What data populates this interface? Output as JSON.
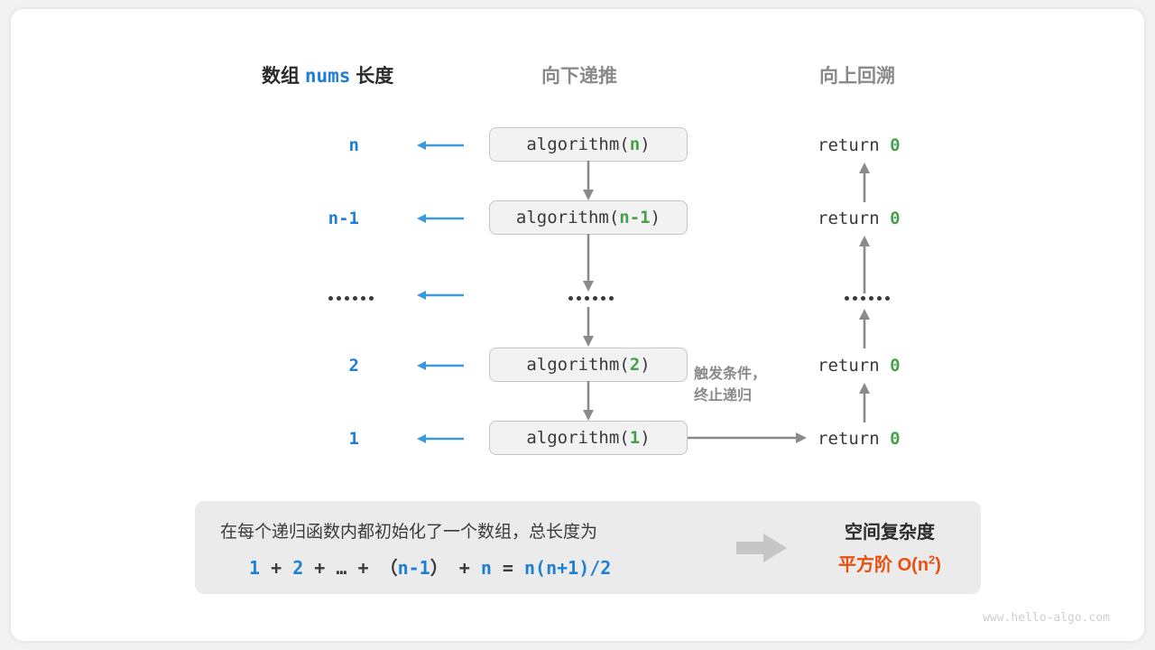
{
  "headers": {
    "left_prefix": "数组",
    "left_code": "nums",
    "left_suffix": "长度",
    "middle": "向下递推",
    "right": "向上回溯"
  },
  "rows": [
    {
      "length": "n",
      "call_prefix": "algorithm(",
      "call_arg": "n",
      "call_suffix": ")",
      "ret_text": "return",
      "ret_value": "0"
    },
    {
      "length": "n-1",
      "call_prefix": "algorithm(",
      "call_arg": "n-1",
      "call_suffix": ")",
      "ret_text": "return",
      "ret_value": "0"
    },
    {
      "length": "······",
      "call_prefix": "",
      "call_arg": "",
      "call_suffix": "",
      "ret_text": "",
      "ret_value": ""
    },
    {
      "length": "2",
      "call_prefix": "algorithm(",
      "call_arg": "2",
      "call_suffix": ")",
      "ret_text": "return",
      "ret_value": "0"
    },
    {
      "length": "1",
      "call_prefix": "algorithm(",
      "call_arg": "1",
      "call_suffix": ")",
      "ret_text": "return",
      "ret_value": "0"
    }
  ],
  "note": {
    "line1": "触发条件，",
    "line2": "终止递归"
  },
  "summary": {
    "text_line1": "在每个递归函数内都初始化了一个数组，总长度为",
    "formula": {
      "t1": "1",
      "op1": "+",
      "t2": "2",
      "op2": "+",
      "t3": "…",
      "op3": "+",
      "paren_open": "（",
      "t4": "n-1",
      "paren_close": "）",
      "op4": "+",
      "t5": "n",
      "eq": "=",
      "result": "n(n+1)/2"
    },
    "title": "空间复杂度",
    "complexity_label": "平方阶",
    "complexity_big_o": "O(n",
    "complexity_exp": "2",
    "complexity_close": ")"
  },
  "watermark": "www.hello-algo.com",
  "colors": {
    "blue": "#1f7fd4",
    "green": "#46a04d",
    "orange": "#e8500f",
    "gray_text": "#8a8a8a",
    "dark_text": "#2b2b2b",
    "box_fill": "#f2f2f2",
    "box_border": "#c4c4c4",
    "panel_fill": "#ebebeb",
    "arrow_gray": "#8a8a8a"
  }
}
